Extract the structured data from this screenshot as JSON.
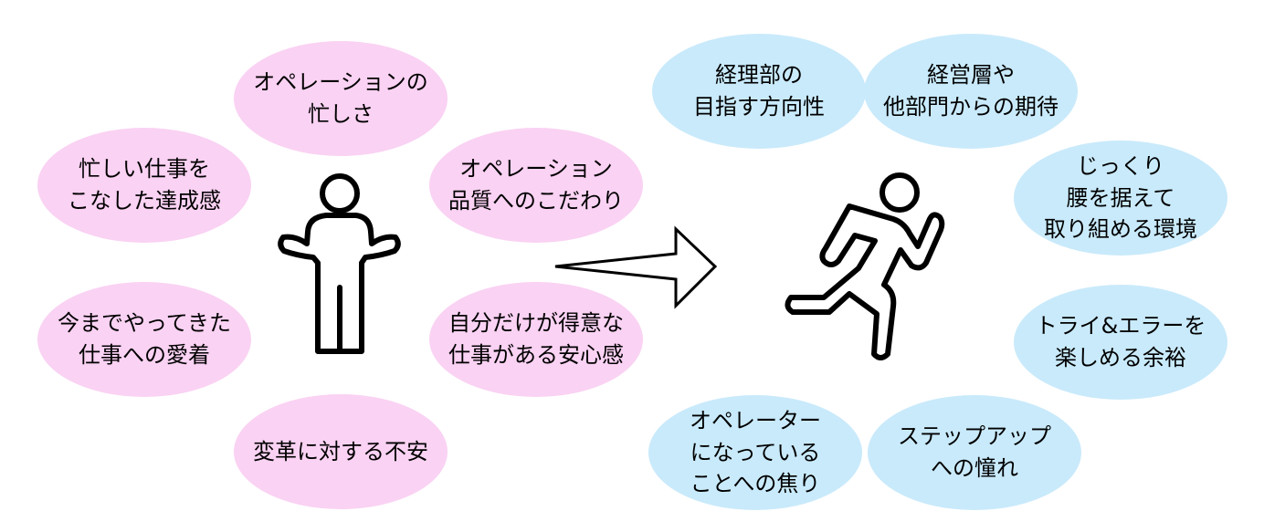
{
  "colors": {
    "current_bubble": "#fad2f3",
    "future_bubble": "#c9eafb",
    "stroke": "#000000"
  },
  "icons": {
    "left": "standing-person-shrugging-icon",
    "center": "right-arrow-icon",
    "right": "running-person-icon"
  },
  "current_state": [
    "オペレーションの\n忙しさ",
    "忙しい仕事を\nこなした達成感",
    "オペレーション\n品質へのこだわり",
    "今までやってきた\n仕事への愛着",
    "自分だけが得意な\n仕事がある安心感",
    "変革に対する不安"
  ],
  "future_state": [
    "経理部の\n目指す方向性",
    "経営層や\n他部門からの期待",
    "じっくり\n腰を据えて\n取り組める環境",
    "トライ&エラーを\n楽しめる余裕",
    "オペレーター\nになっている\nことへの焦り",
    "ステップアップ\nへの憧れ"
  ]
}
